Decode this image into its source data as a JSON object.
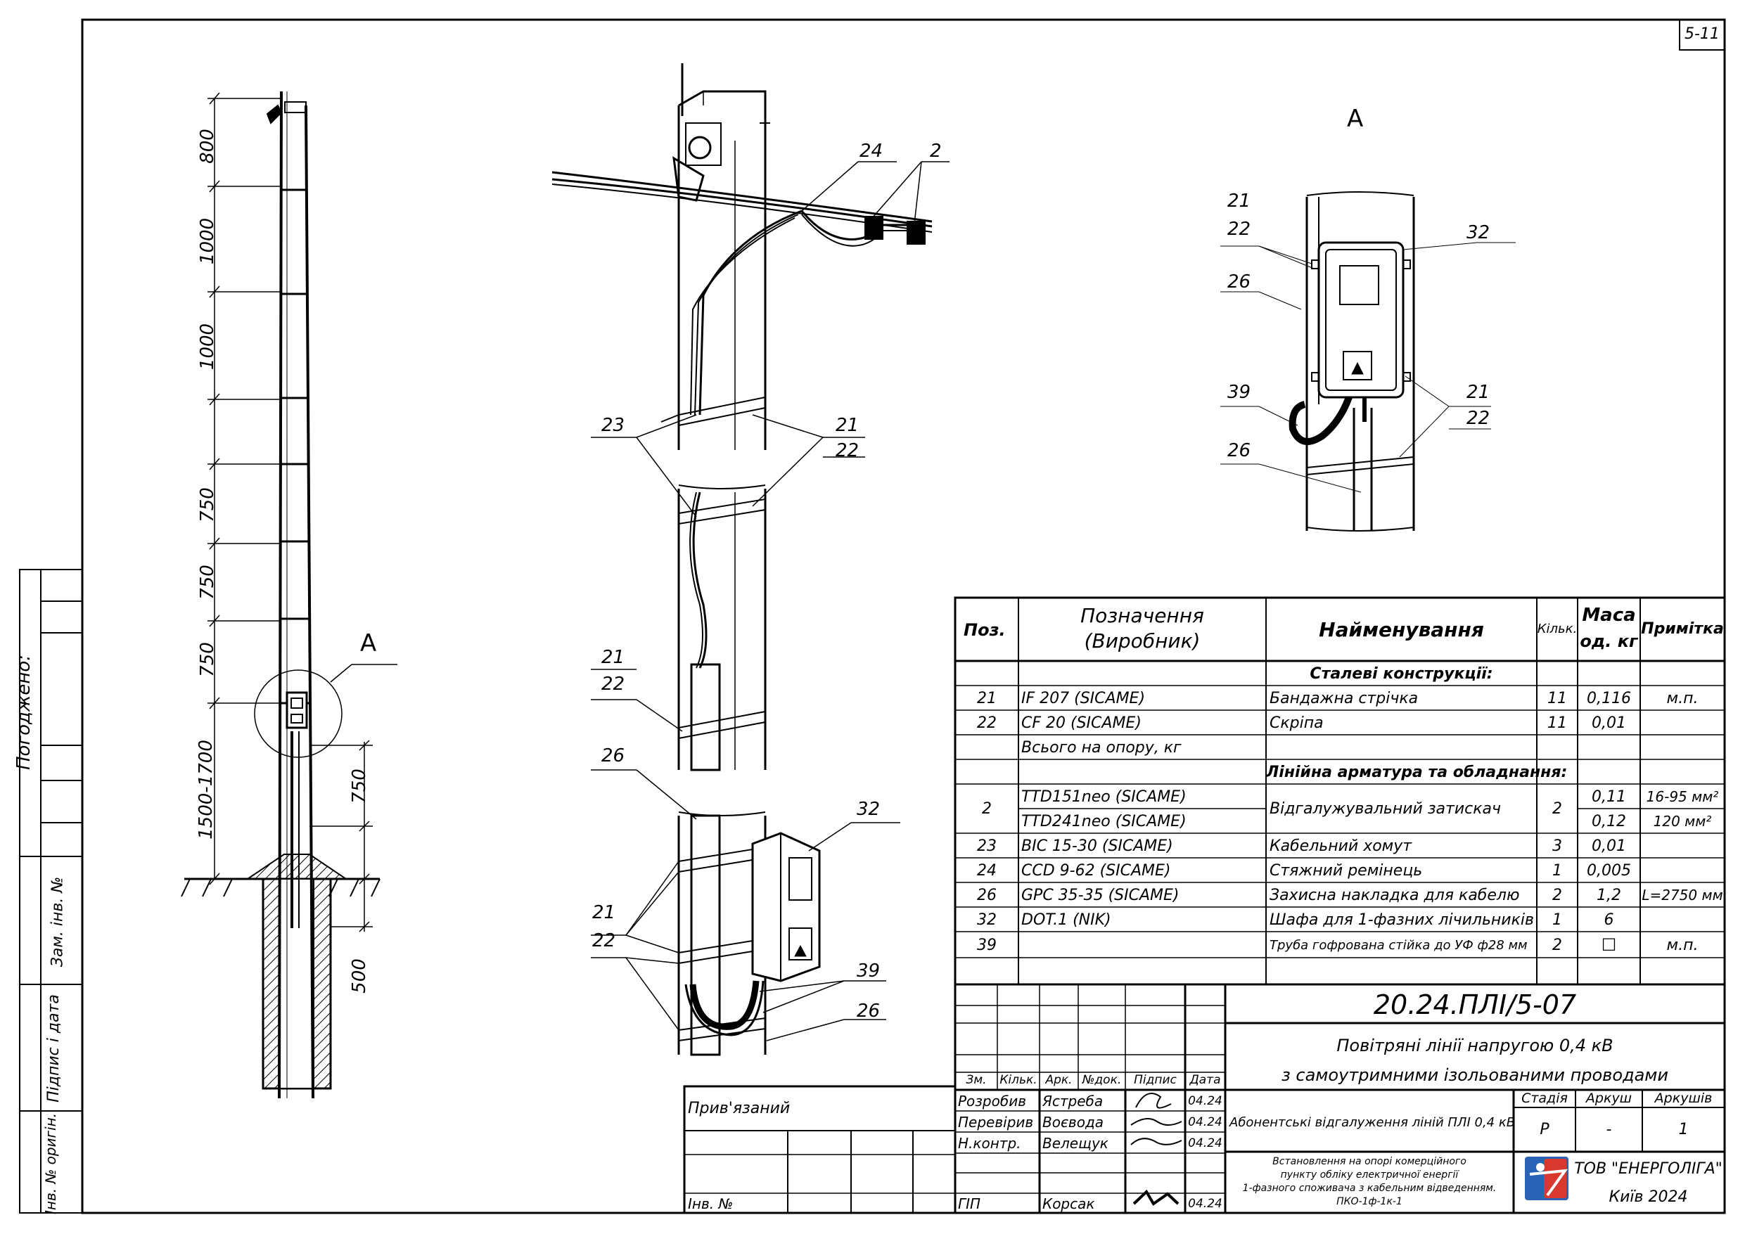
{
  "sheet_code": "5-11",
  "dims": [
    "800",
    "1000",
    "1000",
    "750",
    "750",
    "750",
    "1500-1700",
    "750",
    "500"
  ],
  "view_label": "A",
  "callouts": {
    "mid": [
      "24",
      "2",
      "23",
      "21",
      "22",
      "21",
      "22",
      "26",
      "32",
      "21",
      "22",
      "39",
      "26"
    ],
    "detail": [
      "21",
      "22",
      "26",
      "32",
      "39",
      "21",
      "22",
      "26"
    ]
  },
  "spec": {
    "headers": {
      "pos": "Поз.",
      "designation": [
        "Позначення",
        "(Виробник)"
      ],
      "name": "Найменування",
      "qty": "Кільк.",
      "mass": [
        "Маса",
        "од. кг"
      ],
      "note": "Примітка"
    },
    "group_steel": "Сталеві конструкції:",
    "group_line": "Лінійна арматура та обладнання:",
    "total_row": "Всього на опору, кг",
    "rows": [
      {
        "pos": "21",
        "des": "IF 207   (SICAME)",
        "name": "Бандажна стрічка",
        "qty": "11",
        "mass": "0,116",
        "note": "м.п."
      },
      {
        "pos": "22",
        "des": "CF 20   (SICAME)",
        "name": "Скріпа",
        "qty": "11",
        "mass": "0,01",
        "note": ""
      },
      {
        "pos": "2",
        "des": "TTD151neo   (SICAME)",
        "des2": "TTD241neo   (SICAME)",
        "name": "Відгалужувальний затискач",
        "qty": "2",
        "mass": "0,11",
        "mass2": "0,12",
        "note": "16-95 мм²",
        "note2": "120 мм²"
      },
      {
        "pos": "23",
        "des": "BIC 15-30   (SICAME)",
        "name": "Кабельний хомут",
        "qty": "3",
        "mass": "0,01",
        "note": ""
      },
      {
        "pos": "24",
        "des": "CCD 9-62   (SICAME)",
        "name": "Стяжний ремінець",
        "qty": "1",
        "mass": "0,005",
        "note": ""
      },
      {
        "pos": "26",
        "des": "GPC 35-35   (SICAME)",
        "name": "Захисна накладка для кабелю",
        "qty": "2",
        "mass": "1,2",
        "note": "L=2750 мм"
      },
      {
        "pos": "32",
        "des": "DOT.1   (NIK)",
        "name": "Шафа для 1-фазних лічильників",
        "qty": "1",
        "mass": "6",
        "note": ""
      },
      {
        "pos": "39",
        "des": "",
        "name": "Труба гофрована стійка до УФ ф28 мм",
        "qty": "2",
        "mass": "☐",
        "note": "м.п."
      }
    ]
  },
  "title_block": {
    "doc_code": "20.24.ПЛІ/5-07",
    "project_line1": "Повітряні лінії напругою 0,4 кВ",
    "project_line2": "з самоутримними ізольованими проводами",
    "col_headers": [
      "Зм.",
      "Кільк.",
      "Арк.",
      "№док.",
      "Підпис",
      "Дата"
    ],
    "people": [
      {
        "role": "Розробив",
        "name": "Ястреба",
        "date": "04.24"
      },
      {
        "role": "Перевірив",
        "name": "Воєвода",
        "date": "04.24"
      },
      {
        "role": "Н.контр.",
        "name": "Велещук",
        "date": "04.24"
      },
      {
        "role": "ГІП",
        "name": "Корсак",
        "date": "04.24"
      }
    ],
    "section_title": "Абонентські відгалуження ліній ПЛІ 0,4 кВ",
    "stage_label": "Стадія",
    "sheet_label": "Аркуш",
    "sheets_label": "Аркушів",
    "stage": "Р",
    "sheet": "-",
    "sheets": "1",
    "sheet_desc": [
      "Встановлення на опорі комерційного",
      "пункту обліку електричної енергії",
      "1-фазного споживача з кабельним відведенням.",
      "ПКО-1ф-1к-1"
    ],
    "company": "ТОВ \"ЕНЕРГОЛІГА\"",
    "city": "Київ 2024",
    "attached": "Прив'язаний",
    "inv": "Інв. №"
  },
  "side_stamp": {
    "agreed": "Погоджено:",
    "labels": [
      "Зам. інв. №",
      "Підпис і дата",
      "Інв. № оригін."
    ]
  }
}
